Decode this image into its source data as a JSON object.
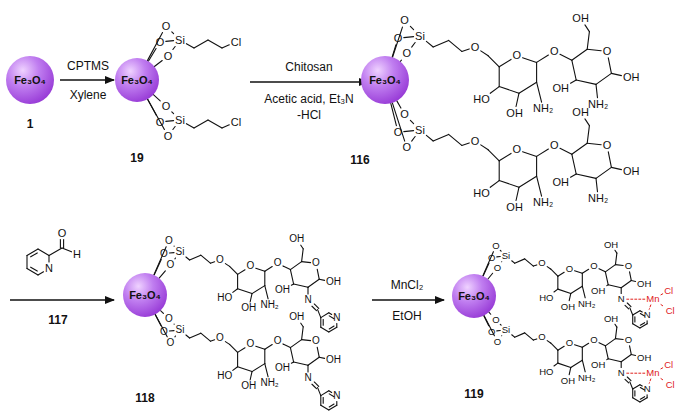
{
  "diagram": {
    "nodes": [
      {
        "text": [
          "Fe₃O₄"
        ]
      },
      {
        "text": [
          "Fe₃O₄"
        ]
      },
      {
        "text": [
          "Fe₃O₄"
        ]
      },
      {
        "text": [
          "Fe₃O₄"
        ]
      },
      {
        "text": [
          "Fe₃O₄"
        ]
      }
    ],
    "labels": [
      "CPTMS",
      "Xylene",
      "1",
      "O",
      "O",
      "O",
      "Si",
      "Cl",
      "O",
      "O",
      "O",
      "Si",
      "Cl",
      "19",
      "Chitosan",
      "Acetic acid, Et₃N",
      "-HCl",
      "O",
      "O",
      "O",
      "Si",
      "O",
      "O",
      "HO",
      "OH",
      "NH₂",
      "O",
      "O",
      "OH",
      "OH",
      "OH",
      "NH₂",
      "O",
      "O",
      "O",
      "Si",
      "O",
      "O",
      "HO",
      "OH",
      "NH₂",
      "O",
      "O",
      "OH",
      "OH",
      "OH",
      "NH₂",
      "116",
      "O",
      "H",
      "N",
      "117",
      "O",
      "O",
      "O",
      "Si",
      "O",
      "O",
      "HO",
      "OH",
      "NH₂",
      "O",
      "O",
      "OH",
      "OH",
      "OH",
      "N",
      "N",
      "O",
      "O",
      "O",
      "Si",
      "O",
      "O",
      "HO",
      "OH",
      "NH₂",
      "O",
      "O",
      "OH",
      "OH",
      "OH",
      "N",
      "N",
      "118",
      "MnCl₂",
      "EtOH",
      "O",
      "O",
      "O",
      "Si",
      "O",
      "O",
      "HO",
      "OH",
      "NH₂",
      "O",
      "O",
      "OH",
      "OH",
      "OH",
      "N",
      "N",
      "Mn",
      "Cl",
      "Cl",
      "O",
      "O",
      "O",
      "Si",
      "O",
      "O",
      "HO",
      "OH",
      "NH₂",
      "O",
      "O",
      "OH",
      "OH",
      "OH",
      "N",
      "N",
      "Mn",
      "Cl",
      "Cl",
      "119"
    ]
  }
}
